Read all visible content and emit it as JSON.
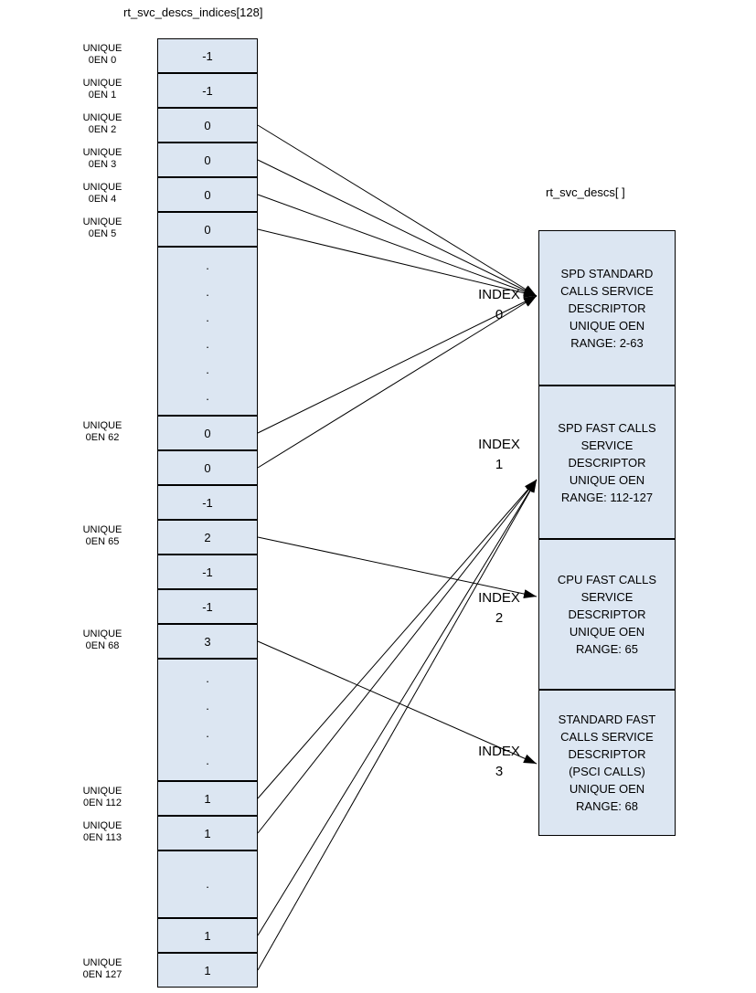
{
  "meta": {
    "dot_char": ".",
    "colors": {
      "cell_fill": "#dce6f2",
      "line": "#000000"
    }
  },
  "left_array": {
    "title": "rt_svc_descs_indices[128]",
    "cells": [
      {
        "kind": "value",
        "value": "-1",
        "label": "UNIQUE\n0EN 0",
        "target": null
      },
      {
        "kind": "value",
        "value": "-1",
        "label": "UNIQUE\n0EN 1",
        "target": null
      },
      {
        "kind": "value",
        "value": "0",
        "label": "UNIQUE\n0EN 2",
        "target": 0
      },
      {
        "kind": "value",
        "value": "0",
        "label": "UNIQUE\n0EN 3",
        "target": 0
      },
      {
        "kind": "value",
        "value": "0",
        "label": "UNIQUE\n0EN 4",
        "target": 0
      },
      {
        "kind": "value",
        "value": "0",
        "label": "UNIQUE\n0EN 5",
        "target": 0
      },
      {
        "kind": "dots",
        "dots": 6,
        "label": null,
        "target": null
      },
      {
        "kind": "value",
        "value": "0",
        "label": "UNIQUE\n0EN 62",
        "target": 0
      },
      {
        "kind": "value",
        "value": "0",
        "label": null,
        "target": 0
      },
      {
        "kind": "value",
        "value": "-1",
        "label": null,
        "target": null
      },
      {
        "kind": "value",
        "value": "2",
        "label": "UNIQUE\n0EN 65",
        "target": 2
      },
      {
        "kind": "value",
        "value": "-1",
        "label": null,
        "target": null
      },
      {
        "kind": "value",
        "value": "-1",
        "label": null,
        "target": null
      },
      {
        "kind": "value",
        "value": "3",
        "label": "UNIQUE\n0EN 68",
        "target": 3
      },
      {
        "kind": "dots",
        "dots": 4,
        "label": null,
        "target": null
      },
      {
        "kind": "value",
        "value": "1",
        "label": "UNIQUE\n0EN 112",
        "target": 1
      },
      {
        "kind": "value",
        "value": "1",
        "label": "UNIQUE\n0EN 113",
        "target": 1
      },
      {
        "kind": "dots",
        "dots": 1,
        "label": null,
        "target": null
      },
      {
        "kind": "value",
        "value": "1",
        "label": null,
        "target": 1
      },
      {
        "kind": "value",
        "value": "1",
        "label": "UNIQUE\n0EN 127",
        "target": 1
      }
    ]
  },
  "right_array": {
    "title": "rt_svc_descs[ ]",
    "boxes": [
      {
        "index_label": "INDEX\n0",
        "text": "SPD STANDARD\nCALLS SERVICE\nDESCRIPTOR\nUNIQUE OEN\nRANGE: 2-63"
      },
      {
        "index_label": "INDEX\n1",
        "text": "SPD FAST CALLS\nSERVICE\nDESCRIPTOR\nUNIQUE OEN\nRANGE: 112-127"
      },
      {
        "index_label": "INDEX\n2",
        "text": "CPU FAST CALLS\nSERVICE\nDESCRIPTOR\nUNIQUE OEN\nRANGE: 65"
      },
      {
        "index_label": "INDEX\n3",
        "text": "STANDARD FAST\nCALLS SERVICE\nDESCRIPTOR\n(PSCI CALLS)\nUNIQUE OEN\nRANGE: 68"
      }
    ]
  }
}
